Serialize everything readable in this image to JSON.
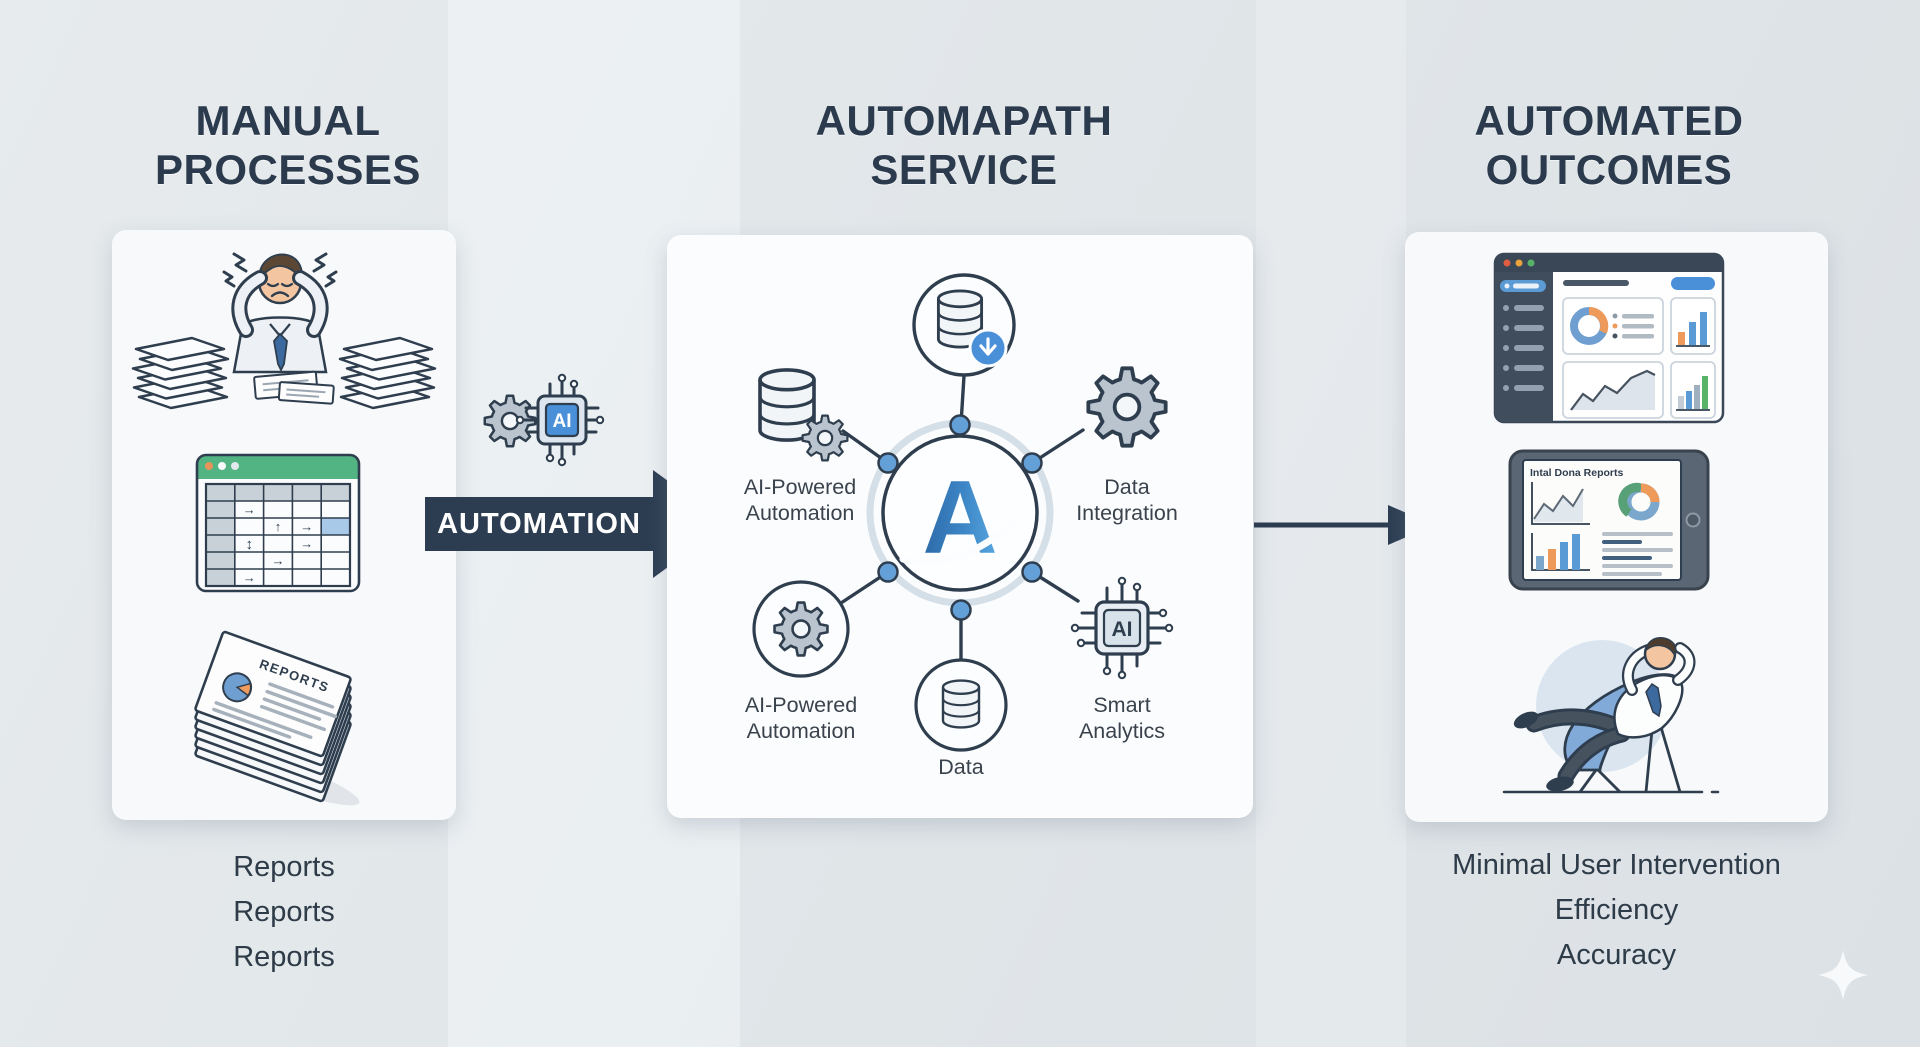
{
  "left": {
    "title": "MANUAL PROCESSES",
    "doc_title": "REPORTS",
    "list": [
      "Reports",
      "Reports",
      "Reports"
    ]
  },
  "arrow": {
    "label": "AUTOMATION",
    "chip": "AI"
  },
  "service": {
    "title": "AUTOMAPATH SERVICE",
    "hub_letter": "A",
    "chip": "AI",
    "node_top_left": "AI-Powered Automation",
    "node_top_right": "Data Integration",
    "node_bottom_left": "AI-Powered Automation",
    "node_bottom_right": "Smart Analytics",
    "node_bottom": "Data"
  },
  "outcomes": {
    "title": "AUTOMATED OUTCOMES",
    "tablet_title": "Intal Dona Reports",
    "list": [
      "Minimal User Intervention",
      "Efficiency",
      "Accuracy"
    ]
  },
  "colors": {
    "accent_blue": "#4a90d9",
    "navy": "#2c3d52",
    "green": "#53b483",
    "orange": "#ee9a5b",
    "ink": "#2f3e4e",
    "background": "#e3e7ea"
  }
}
